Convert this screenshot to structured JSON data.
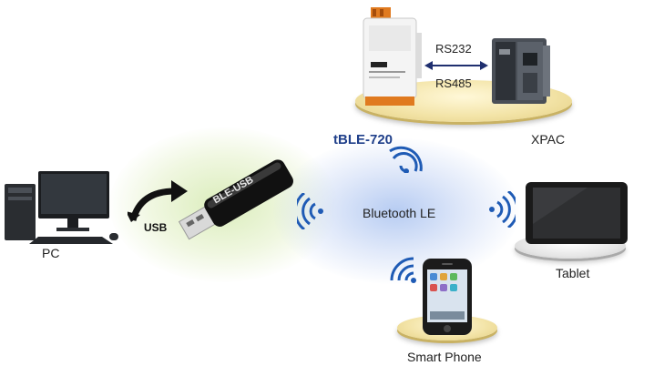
{
  "labels": {
    "pc": "PC",
    "usb": "USB",
    "dongle_text": "BLE-USB",
    "bluetooth": "Bluetooth LE",
    "tble": "tBLE-720",
    "rs232": "RS232",
    "rs485": "RS485",
    "xpac": "XPAC",
    "tablet": "Tablet",
    "smartphone": "Smart Phone"
  },
  "colors": {
    "tble_blue": "#1f3f8a",
    "wave_blue": "#1f5bb5",
    "usb_arrow": "#111111"
  },
  "icons": [
    "pc-icon",
    "usb-dongle-icon",
    "tble-720-module-icon",
    "xpac-controller-icon",
    "tablet-icon",
    "smartphone-icon",
    "signal-wave-icon"
  ]
}
